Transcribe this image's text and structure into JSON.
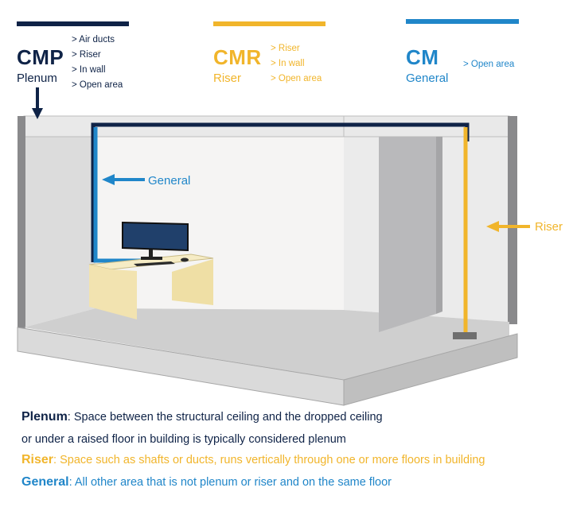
{
  "colors": {
    "plenum": "#0f2347",
    "riser": "#f1b52b",
    "general": "#2086c9"
  },
  "header": {
    "cmp": {
      "code": "CMP",
      "name": "Plenum",
      "items": [
        "Air ducts",
        "Riser",
        "In wall",
        "Open area"
      ]
    },
    "cmr": {
      "code": "CMR",
      "name": "Riser",
      "items": [
        "Riser",
        "In wall",
        "Open area"
      ]
    },
    "cm": {
      "code": "CM",
      "name": "General",
      "items": [
        "Open area"
      ]
    }
  },
  "diagram": {
    "general_label": "General",
    "riser_label": "Riser"
  },
  "definitions": {
    "plenum_term": "Plenum",
    "plenum_text": ": Space between the structural ceiling and the dropped ceiling",
    "plenum_text2": "or under a raised floor in building is typically considered plenum",
    "riser_term": "Riser",
    "riser_text": ": Space such as shafts or ducts, runs vertically through one or more floors in building",
    "general_term": "General",
    "general_text": ": All other area that is not plenum or riser and on the same floor"
  }
}
